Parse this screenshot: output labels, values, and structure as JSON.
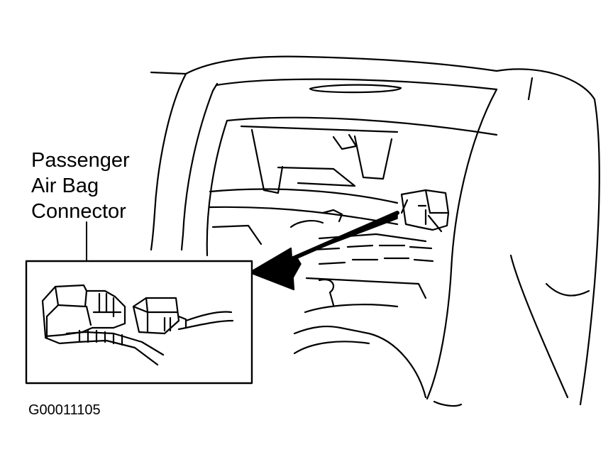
{
  "callout": {
    "lines": [
      "Passenger",
      "Air Bag",
      "Connector"
    ]
  },
  "figure_id": "G00011105",
  "colors": {
    "ink": "#000000",
    "paper": "#ffffff"
  }
}
